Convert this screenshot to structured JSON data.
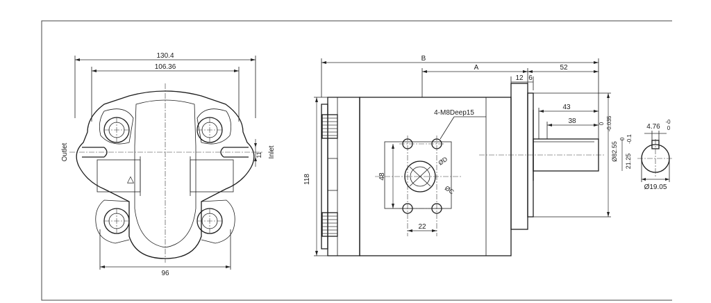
{
  "colors": {
    "line": "#1c1c1c",
    "background": "#ffffff",
    "frame": "#444444"
  },
  "left_view": {
    "dim_overall_width": "130.4",
    "dim_inner_width": "106.36",
    "dim_bottom_width": "96",
    "label_outlet": "Outlet",
    "label_inlet": "Inlet",
    "dim_port": "11",
    "symbol_triangle": "△"
  },
  "right_view": {
    "dim_B": "B",
    "dim_A": "A",
    "dim_12": "12",
    "dim_6": "6",
    "dim_52": "52",
    "dim_43": "43",
    "dim_38": "38",
    "dim_height": "118",
    "dim_48": "48",
    "dim_22": "22",
    "callout_bolts": "4-M8Deep15",
    "label_phiD": "ØD",
    "label_phiC": "ØC",
    "dim_pilot": "Ø82.55",
    "tol_pilot_upper": "0",
    "tol_pilot_lower": "-0.035",
    "dim_key_height": "21.25",
    "tol_key_upper": "0",
    "tol_key_lower": "-0.1"
  },
  "shaft_section": {
    "dim_key": "4.76",
    "tol_key_upper": "-0",
    "tol_key_lower": "0",
    "dim_shaft": "Ø19.05"
  }
}
